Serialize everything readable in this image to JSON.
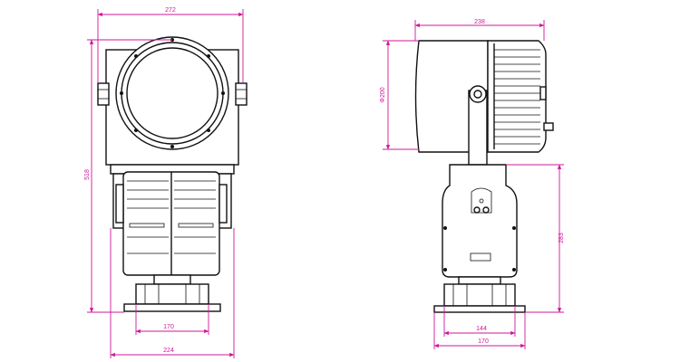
{
  "dimensions": {
    "front_width": "272",
    "front_height": "518",
    "front_base_inner": "170",
    "front_base_outer": "224",
    "side_width": "238",
    "side_diameter": "Φ200",
    "side_height": "283",
    "side_base_inner": "144",
    "side_base_outer": "170"
  },
  "colors": {
    "dimension": "#d0179a",
    "outline": "#111111"
  }
}
